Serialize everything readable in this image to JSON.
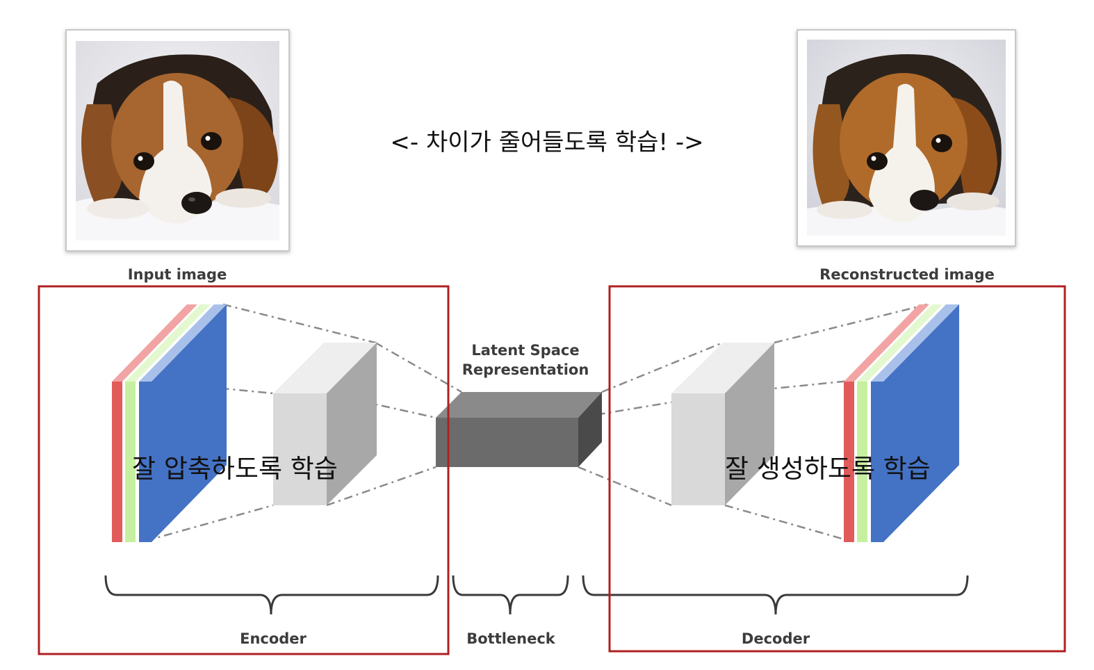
{
  "header": {
    "training_note": "<- 차이가 줄어들도록 학습! ->"
  },
  "images": {
    "input_label": "Input image",
    "output_label": "Reconstructed image"
  },
  "latent": {
    "line1": "Latent Space",
    "line2": "Representation"
  },
  "encoder": {
    "note": "잘 압축하도록 학습",
    "label": "Encoder"
  },
  "bottleneck": {
    "label": "Bottleneck"
  },
  "decoder": {
    "note": "잘 생성하도록 학습",
    "label": "Decoder"
  },
  "colors": {
    "channel_red": "#e15b5b",
    "channel_green": "#c6f0a0",
    "channel_blue": "#4472c4",
    "highlight_box": "#b02020",
    "bottleneck_block": "#6b6b6b",
    "feature_block": "#d9d9d9"
  },
  "icons": {
    "input_photo": "beagle-puppy-photo",
    "output_photo": "beagle-puppy-photo"
  }
}
